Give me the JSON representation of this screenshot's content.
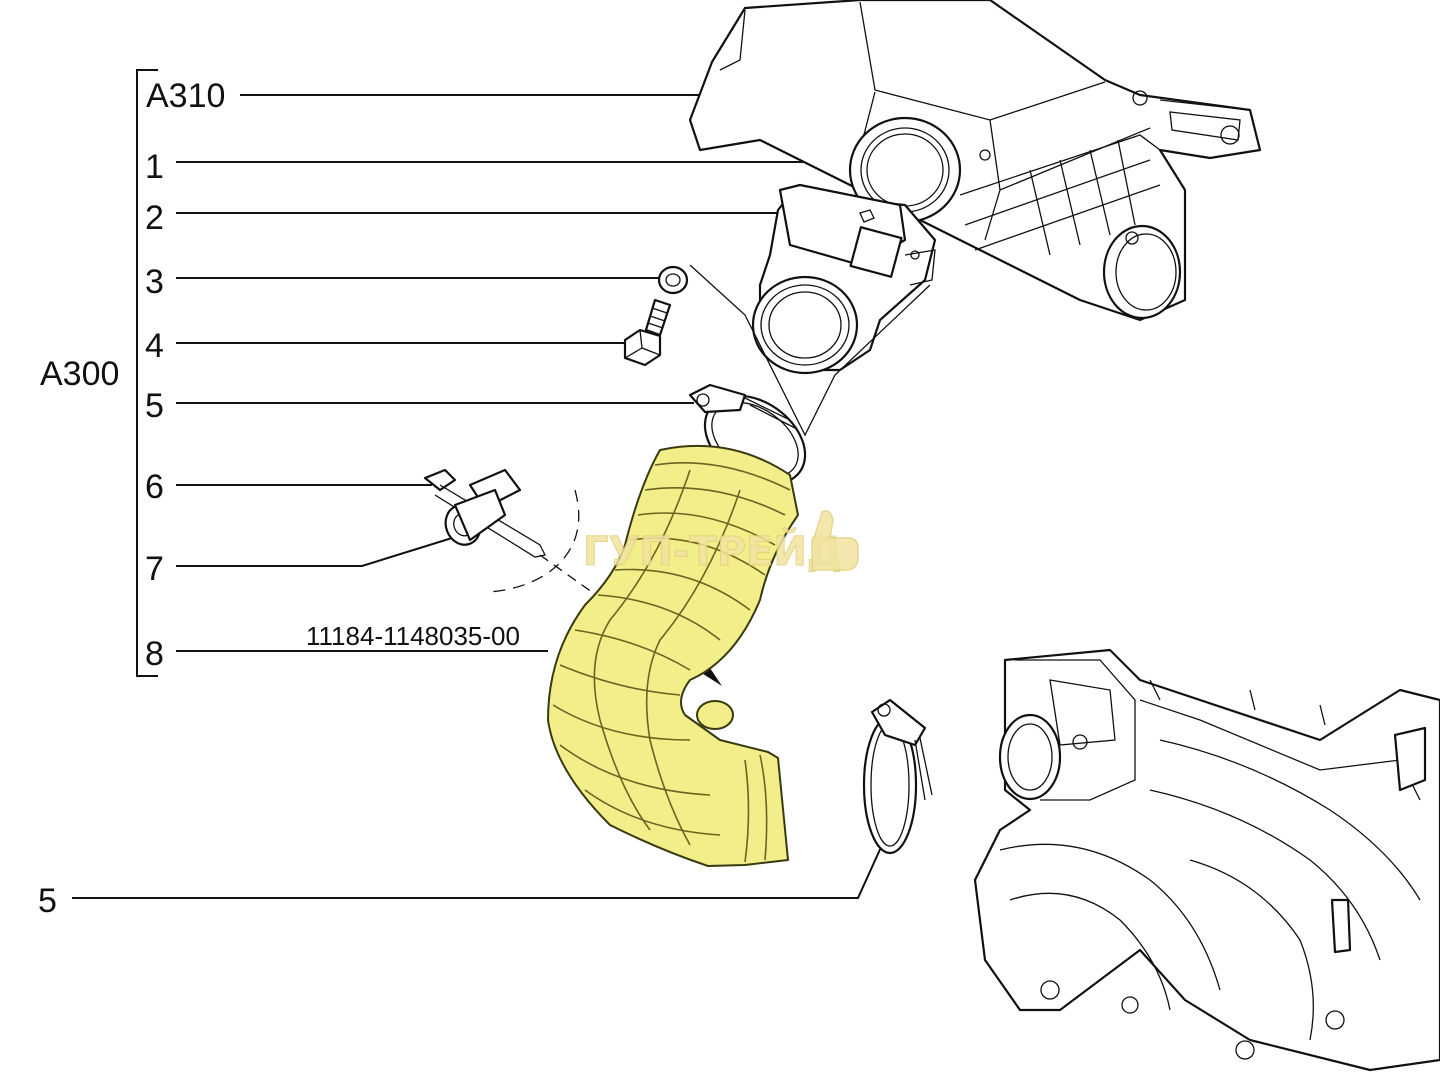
{
  "labels": {
    "a310": "A310",
    "a300": "A300",
    "n1": "1",
    "n2": "2",
    "n3": "3",
    "n4": "4",
    "n5": "5",
    "n6": "6",
    "n7": "7",
    "n8": "8",
    "n5_bottom": "5",
    "part_number": "11184-1148035-00"
  },
  "watermark": {
    "text": "ГУП-ТРЕЙД"
  },
  "colors": {
    "highlight": "#f2ee8a",
    "line": "#111111"
  }
}
